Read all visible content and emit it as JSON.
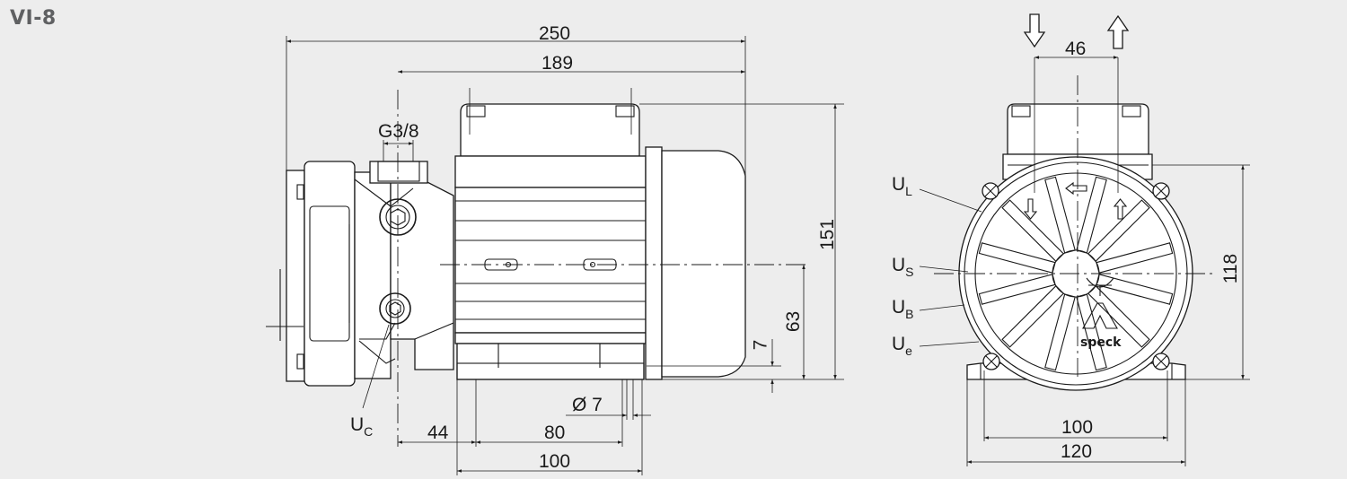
{
  "title": "VI-8",
  "dimensions": {
    "overall_length": "250",
    "motor_length": "189",
    "port_thread": "G3/8",
    "total_height": "151",
    "shaft_height": "63",
    "foot_thickness": "7",
    "bolt_hole": "Ø 7",
    "pump_to_foot": "44",
    "foot_hole_spacing": "80",
    "foot_length": "100",
    "port_spacing": "46",
    "head_height": "118",
    "foot_width_holes": "100",
    "foot_width_total": "120"
  },
  "labels": {
    "uc": {
      "main": "U",
      "sub": "C"
    },
    "ul": {
      "main": "U",
      "sub": "L"
    },
    "us": {
      "main": "U",
      "sub": "S"
    },
    "ub": {
      "main": "U",
      "sub": "B"
    },
    "ue": {
      "main": "U",
      "sub": "e"
    }
  },
  "logo": "speck",
  "colors": {
    "background": "#ededed",
    "line": "#1a1a1a",
    "title": "#5f6062"
  },
  "icons": [
    "inlet-arrow-icon",
    "outlet-arrow-icon",
    "rotation-arrow-icon"
  ]
}
